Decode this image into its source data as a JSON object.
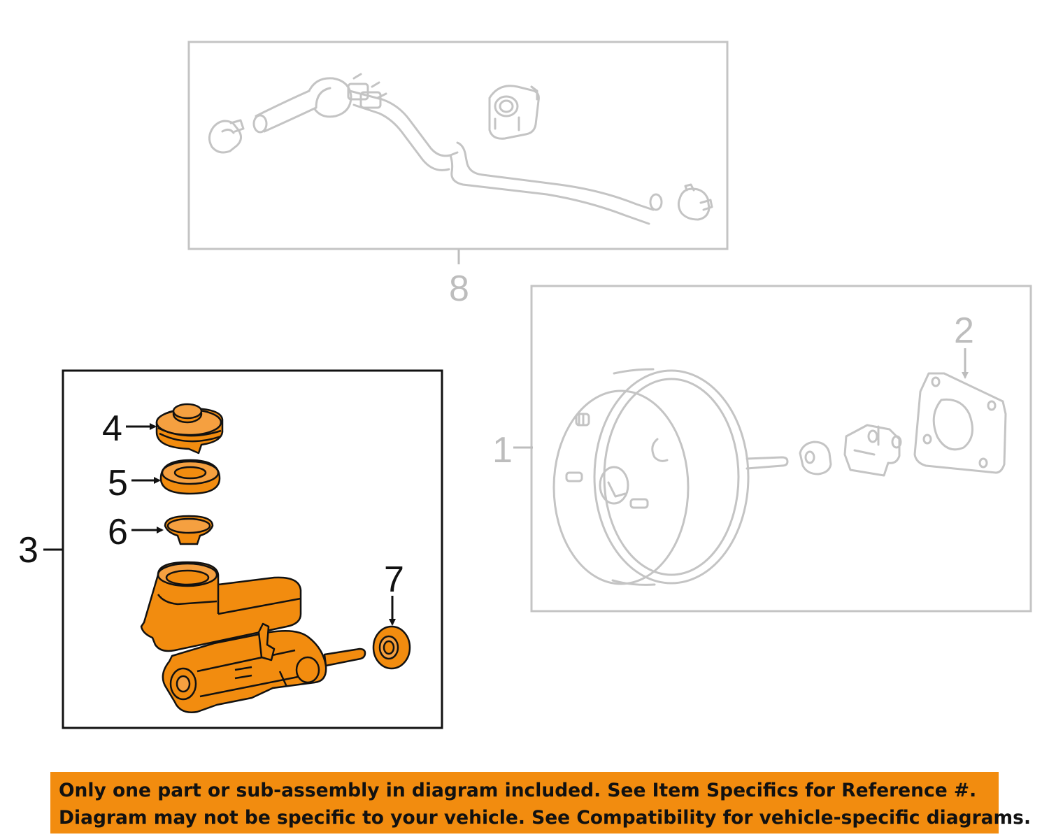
{
  "callouts": {
    "c1": "1",
    "c2": "2",
    "c3": "3",
    "c4": "4",
    "c5": "5",
    "c6": "6",
    "c7": "7",
    "c8": "8"
  },
  "colors": {
    "highlight_part": "#F28C0F",
    "banner_background": "#F28C0F",
    "dimmed_lines": "#c4c4c4",
    "active_lines": "#111111"
  },
  "banner": {
    "line1": "Only one part or sub-assembly in diagram included. See Item Specifics for Reference #.",
    "line2": "Diagram may not be specific to your vehicle. See Compatibility for vehicle-specific diagrams."
  }
}
